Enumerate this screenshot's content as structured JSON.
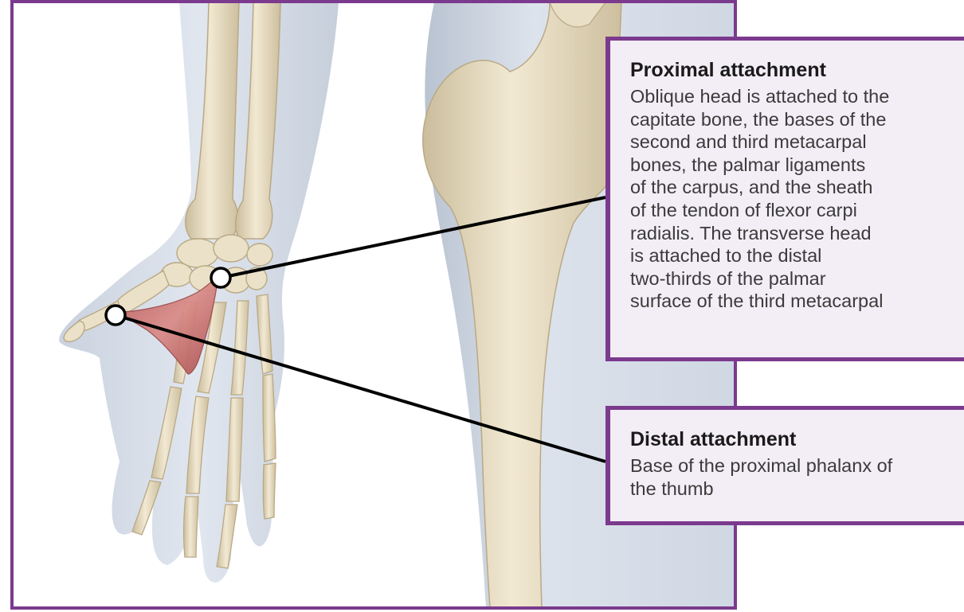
{
  "colors": {
    "frame": "#7b3a8e",
    "callout_bg": "#f3edf6",
    "bone": "#e8dcc0",
    "muscle": "#c96a6a",
    "skin": "#d3dbe6"
  },
  "callouts": {
    "proximal": {
      "title": "Proximal attachment",
      "lines": [
        "Oblique head is attached to the",
        "capitate bone, the bases of the",
        "second and third metacarpal",
        "bones, the palmar ligaments",
        "of the carpus, and the sheath",
        "of the tendon of flexor carpi",
        "radialis. The transverse head",
        "is attached to the distal",
        "two-thirds of the palmar",
        "surface of the third metacarpal"
      ]
    },
    "distal": {
      "title": "Distal attachment",
      "lines": [
        "Base of the proximal phalanx of",
        "the thumb"
      ]
    }
  }
}
